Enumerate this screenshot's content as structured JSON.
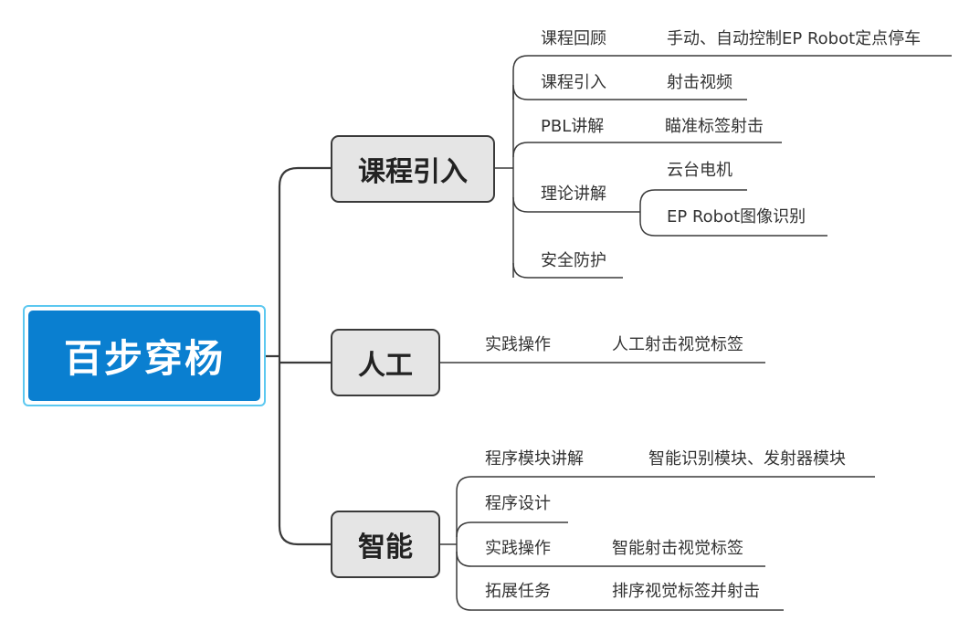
{
  "mindmap": {
    "root": "百步穿杨",
    "branches": [
      {
        "label": "课程引入",
        "topics": [
          {
            "label": "课程回顾",
            "details": [
              "手动、自动控制EP Robot定点停车"
            ]
          },
          {
            "label": "课程引入",
            "details": [
              "射击视频"
            ]
          },
          {
            "label": "PBL讲解",
            "details": [
              "瞄准标签射击"
            ]
          },
          {
            "label": "理论讲解",
            "details": [
              "云台电机",
              "EP Robot图像识别"
            ]
          },
          {
            "label": "安全防护",
            "details": []
          }
        ]
      },
      {
        "label": "人工",
        "topics": [
          {
            "label": "实践操作",
            "details": [
              "人工射击视觉标签"
            ]
          }
        ]
      },
      {
        "label": "智能",
        "topics": [
          {
            "label": "程序模块讲解",
            "details": [
              "智能识别模块、发射器模块"
            ]
          },
          {
            "label": "程序设计",
            "details": []
          },
          {
            "label": "实践操作",
            "details": [
              "智能射击视觉标签"
            ]
          },
          {
            "label": "拓展任务",
            "details": [
              "排序视觉标签并射击"
            ]
          }
        ]
      }
    ]
  }
}
